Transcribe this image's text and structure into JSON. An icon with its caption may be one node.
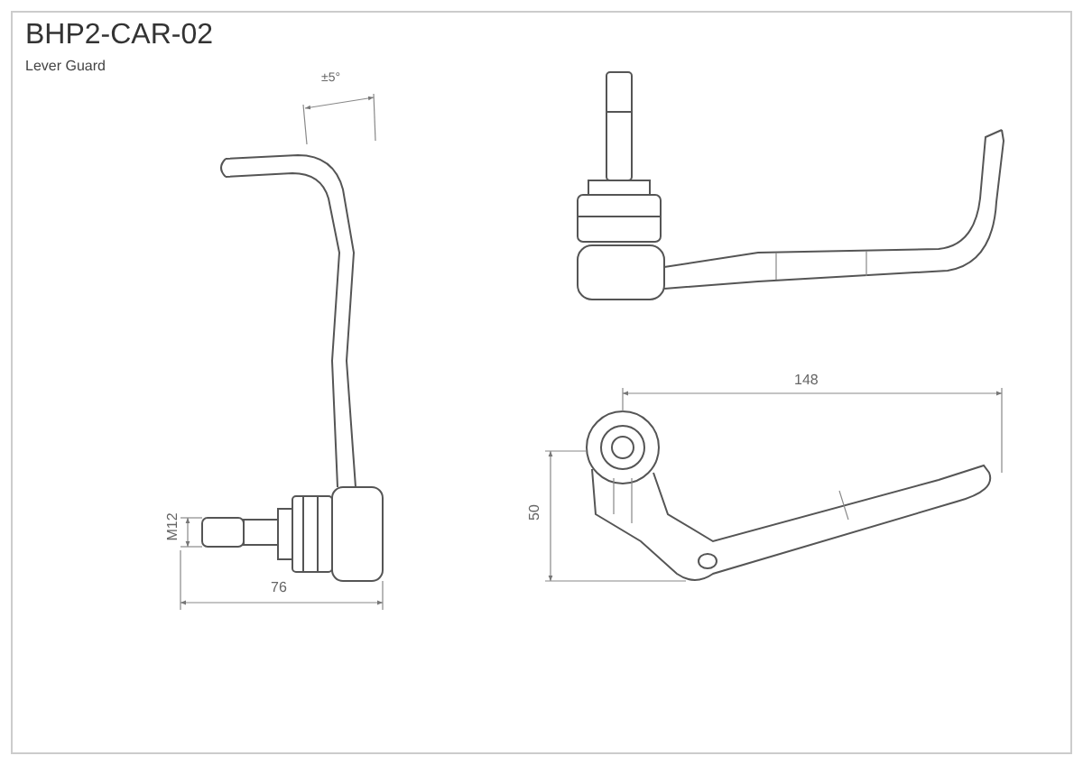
{
  "diagram": {
    "title": "BHP2-CAR-02",
    "labels": [
      "Lever Guard",
      "±5°",
      "148",
      "M12",
      "50",
      "76"
    ]
  }
}
